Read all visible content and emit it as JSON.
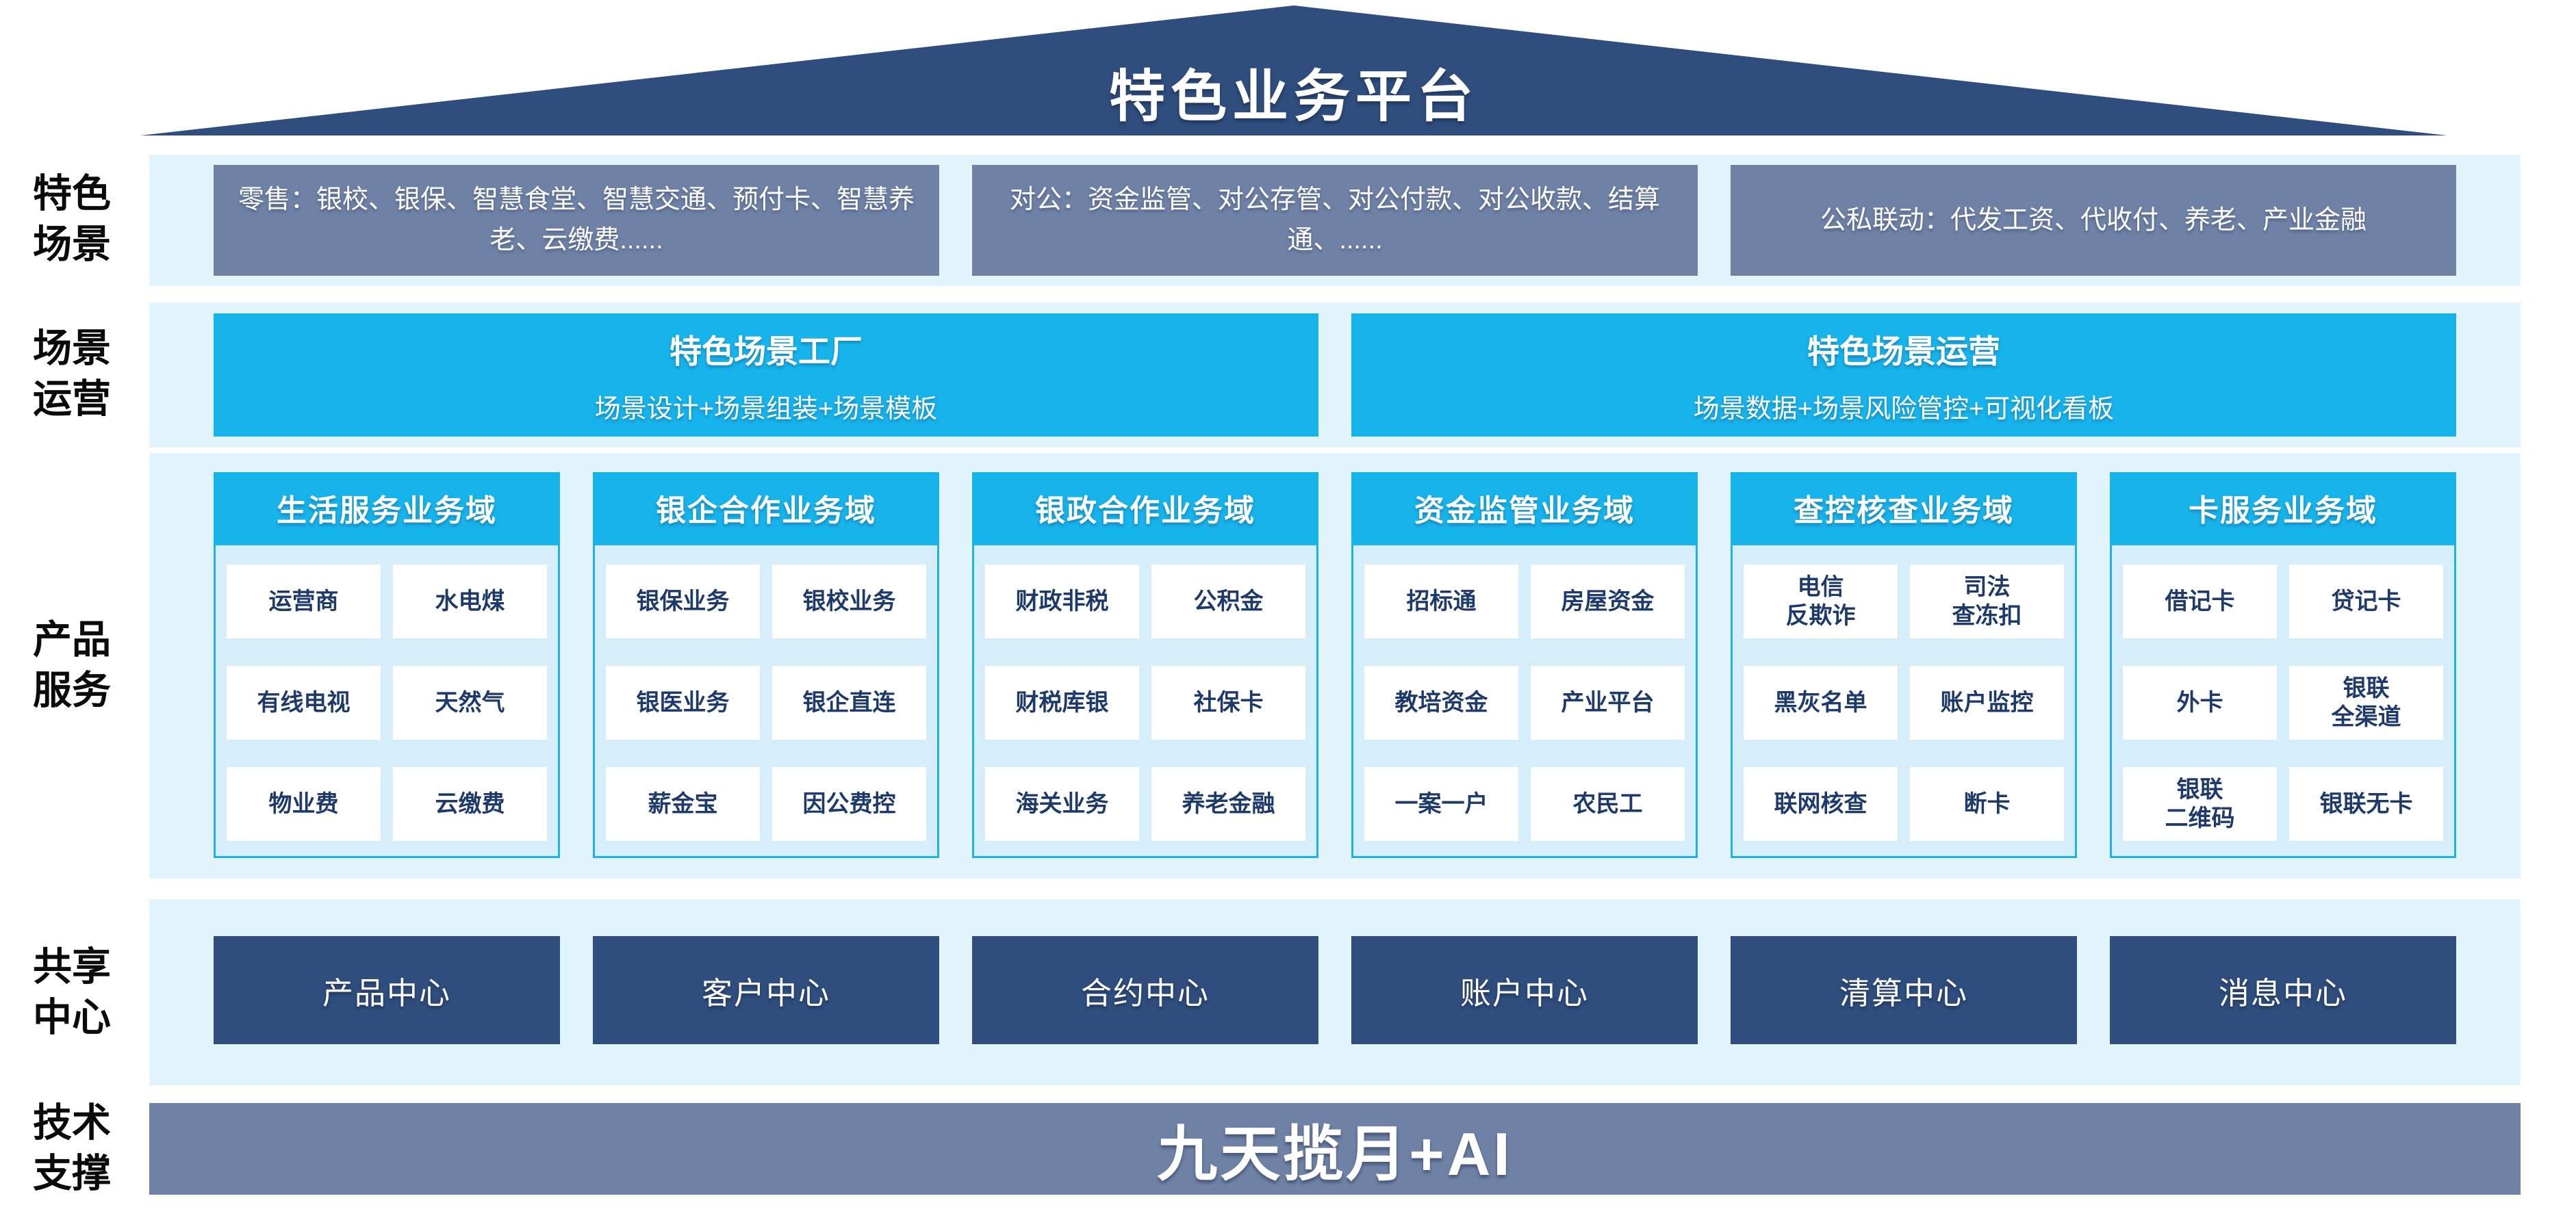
{
  "roof": {
    "title": "特色业务平台"
  },
  "colors": {
    "navy": "#2F4E7D",
    "slate": "#6F82A6",
    "cyan": "#17B3EB",
    "band_bg": "#E2F4FC",
    "column_body_bg": "#D5EEF9",
    "cell_text": "#1E3A6B"
  },
  "side_labels": [
    "特色\n场景",
    "场景\n运营",
    "产品\n服务",
    "共享\n中心",
    "技术\n支撑"
  ],
  "scene_row": {
    "boxes": [
      "零售：银校、银保、智慧食堂、智慧交通、预付卡、智慧养老、云缴费......",
      "对公：资金监管、对公存管、对公付款、对公收款、结算通、......",
      "公私联动：代发工资、代收付、养老、产业金融"
    ]
  },
  "operation_row": {
    "boxes": [
      {
        "title": "特色场景工厂",
        "subtitle": "场景设计+场景组装+场景模板"
      },
      {
        "title": "特色场景运营",
        "subtitle": "场景数据+场景风险管控+可视化看板"
      }
    ]
  },
  "product_row": {
    "columns": [
      {
        "header": "生活服务业务域",
        "cells": [
          "运营商",
          "水电煤",
          "有线电视",
          "天然气",
          "物业费",
          "云缴费"
        ]
      },
      {
        "header": "银企合作业务域",
        "cells": [
          "银保业务",
          "银校业务",
          "银医业务",
          "银企直连",
          "薪金宝",
          "因公费控"
        ]
      },
      {
        "header": "银政合作业务域",
        "cells": [
          "财政非税",
          "公积金",
          "财税库银",
          "社保卡",
          "海关业务",
          "养老金融"
        ]
      },
      {
        "header": "资金监管业务域",
        "cells": [
          "招标通",
          "房屋资金",
          "教培资金",
          "产业平台",
          "一案一户",
          "农民工"
        ]
      },
      {
        "header": "查控核查业务域",
        "cells": [
          "电信\n反欺诈",
          "司法\n查冻扣",
          "黑灰名单",
          "账户监控",
          "联网核查",
          "断卡"
        ]
      },
      {
        "header": "卡服务业务域",
        "cells": [
          "借记卡",
          "贷记卡",
          "外卡",
          "银联\n全渠道",
          "银联\n二维码",
          "银联无卡"
        ]
      }
    ]
  },
  "share_row": {
    "centers": [
      "产品中心",
      "客户中心",
      "合约中心",
      "账户中心",
      "清算中心",
      "消息中心"
    ]
  },
  "tech_row": {
    "title": "九天揽月+AI"
  }
}
